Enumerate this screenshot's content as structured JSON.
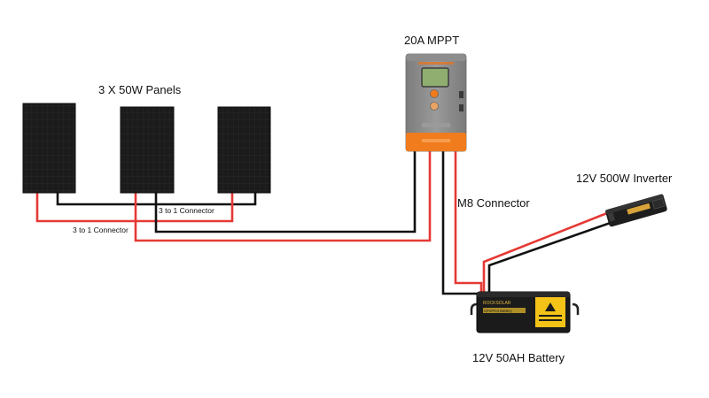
{
  "labels": {
    "panels": "3 X 50W Panels",
    "controller": "20A MPPT",
    "inverter": "12V 500W Inverter",
    "connector_m8": "M8 Connector",
    "battery": "12V 50AH  Battery",
    "three_to_one_a": "3 to 1 Connector",
    "three_to_one_b": "3 to 1 Connector"
  },
  "battery_branding": {
    "brand": "ROCKSOLAR",
    "type": "LiFePO4 Battery"
  },
  "colors": {
    "positive_wire": "#e53935",
    "negative_wire": "#111111",
    "controller_body": "#8a8a8a",
    "controller_accent": "#f07c1e",
    "battery_accent": "#f3c317",
    "panel": "#1a1a1a"
  }
}
